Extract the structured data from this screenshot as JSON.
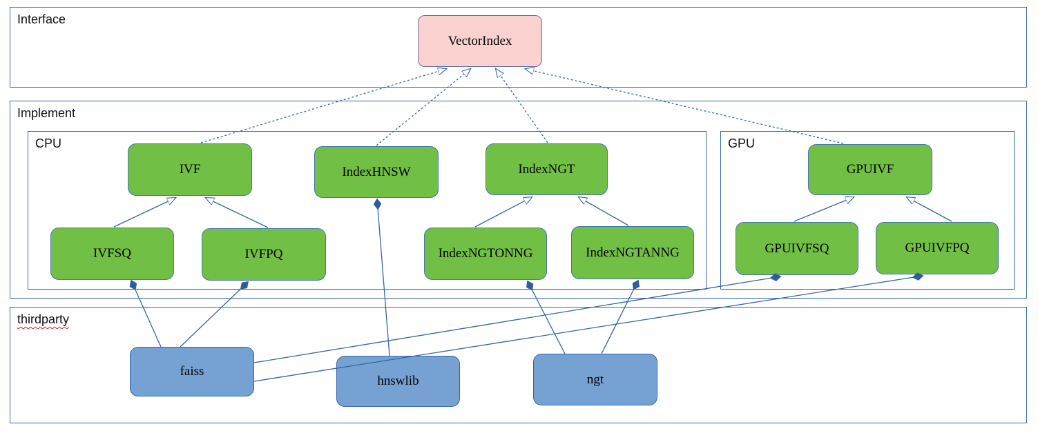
{
  "diagram": {
    "containers": {
      "interface": {
        "label": "Interface"
      },
      "implement": {
        "label": "Implement"
      },
      "cpu": {
        "label": "CPU"
      },
      "gpu": {
        "label": "GPU"
      },
      "thirdparty": {
        "label": "thirdparty"
      }
    },
    "nodes": {
      "vectorindex": {
        "label": "VectorIndex",
        "group": "interface"
      },
      "ivf": {
        "label": "IVF",
        "group": "cpu"
      },
      "indexhnsw": {
        "label": "IndexHNSW",
        "group": "cpu"
      },
      "indexngt": {
        "label": "IndexNGT",
        "group": "cpu"
      },
      "ivfsq": {
        "label": "IVFSQ",
        "group": "cpu"
      },
      "ivfpq": {
        "label": "IVFPQ",
        "group": "cpu"
      },
      "indexngtonng": {
        "label": "IndexNGTONNG",
        "group": "cpu"
      },
      "indexngtanng": {
        "label": "IndexNGTANNG",
        "group": "cpu"
      },
      "gpuivf": {
        "label": "GPUIVF",
        "group": "gpu"
      },
      "gpuivfsq": {
        "label": "GPUIVFSQ",
        "group": "gpu"
      },
      "gpuivfpq": {
        "label": "GPUIVFPQ",
        "group": "gpu"
      },
      "faiss": {
        "label": "faiss",
        "group": "thirdparty"
      },
      "hnswlib": {
        "label": "hnswlib",
        "group": "thirdparty"
      },
      "ngt": {
        "label": "ngt",
        "group": "thirdparty"
      }
    },
    "edges": [
      {
        "from": "ivf",
        "to": "vectorindex",
        "type": "realization"
      },
      {
        "from": "indexhnsw",
        "to": "vectorindex",
        "type": "realization"
      },
      {
        "from": "indexngt",
        "to": "vectorindex",
        "type": "realization"
      },
      {
        "from": "gpuivf",
        "to": "vectorindex",
        "type": "realization"
      },
      {
        "from": "ivfsq",
        "to": "ivf",
        "type": "generalization"
      },
      {
        "from": "ivfpq",
        "to": "ivf",
        "type": "generalization"
      },
      {
        "from": "indexngtonng",
        "to": "indexngt",
        "type": "generalization"
      },
      {
        "from": "indexngtanng",
        "to": "indexngt",
        "type": "generalization"
      },
      {
        "from": "gpuivfsq",
        "to": "gpuivf",
        "type": "generalization"
      },
      {
        "from": "gpuivfpq",
        "to": "gpuivf",
        "type": "generalization"
      },
      {
        "from": "faiss",
        "to": "ivfsq",
        "type": "composition"
      },
      {
        "from": "faiss",
        "to": "ivfpq",
        "type": "composition"
      },
      {
        "from": "hnswlib",
        "to": "indexhnsw",
        "type": "composition"
      },
      {
        "from": "ngt",
        "to": "indexngtonng",
        "type": "composition"
      },
      {
        "from": "ngt",
        "to": "indexngtanng",
        "type": "composition"
      },
      {
        "from": "faiss",
        "to": "gpuivfsq",
        "type": "composition"
      },
      {
        "from": "faiss",
        "to": "gpuivfpq",
        "type": "composition"
      }
    ],
    "colors": {
      "interface_node_fill": "#F9D2CF",
      "implement_node_fill": "#71BF44",
      "thirdparty_node_fill": "#76A1D3",
      "line_blue": "#3465A4",
      "diamond_fill": "#2E5C9E",
      "squiggle_red": "#CC2222"
    }
  }
}
